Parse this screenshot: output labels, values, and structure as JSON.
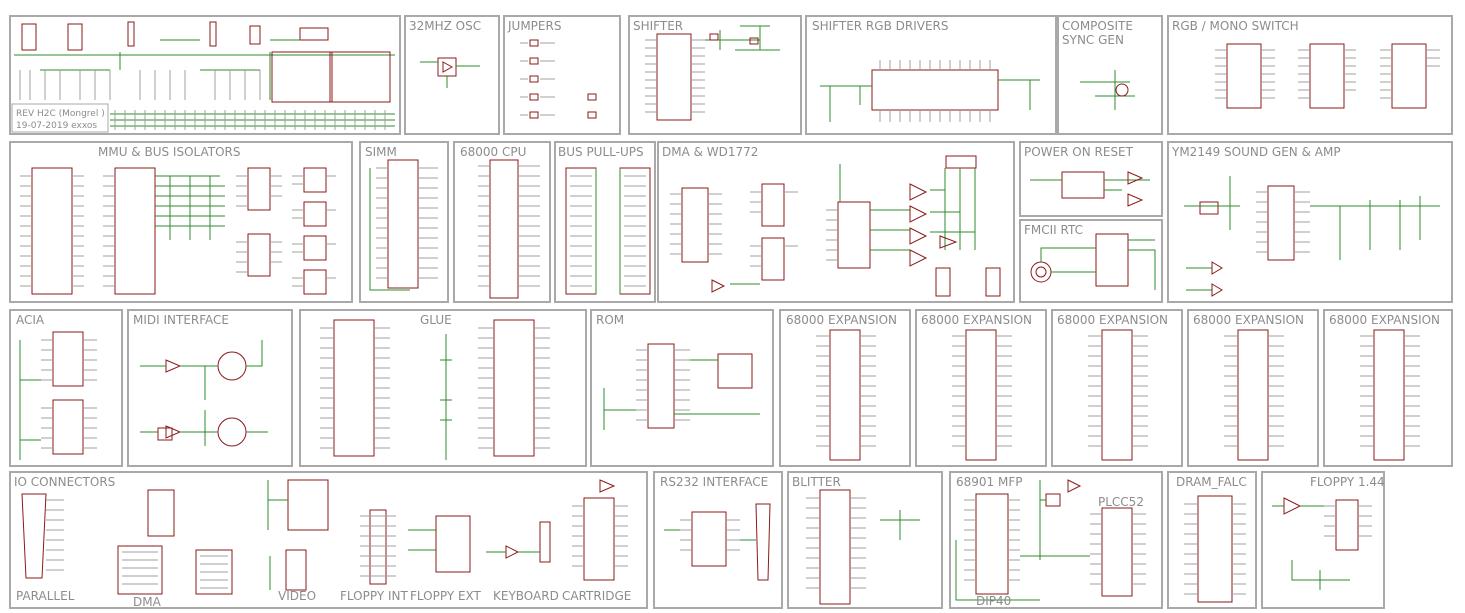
{
  "schematic": {
    "title_block": {
      "rev": "REV H2C (Mongrel )",
      "date_author": "19-07-2019  exxos"
    },
    "sections": [
      {
        "id": "power-supply",
        "label": ""
      },
      {
        "id": "osc",
        "label": "32MHZ OSC"
      },
      {
        "id": "jumpers",
        "label": "JUMPERS"
      },
      {
        "id": "shifter",
        "label": "SHIFTER"
      },
      {
        "id": "shifter-rgb",
        "label": "SHIFTER RGB DRIVERS"
      },
      {
        "id": "composite",
        "label": "COMPOSITE"
      },
      {
        "id": "rgb-mono",
        "label": "RGB / MONO SWITCH"
      },
      {
        "id": "mmu",
        "label": "MMU & BUS ISOLATORS"
      },
      {
        "id": "simm",
        "label": "SIMM"
      },
      {
        "id": "cpu",
        "label": "68000 CPU"
      },
      {
        "id": "pullups",
        "label": "BUS PULL-UPS"
      },
      {
        "id": "dma",
        "label": "DMA & WD1772"
      },
      {
        "id": "por",
        "label": "POWER ON RESET"
      },
      {
        "id": "rtc",
        "label": "FMCII RTC"
      },
      {
        "id": "ym",
        "label": "YM2149 SOUND GEN & AMP"
      },
      {
        "id": "acia",
        "label": "ACIA"
      },
      {
        "id": "midi",
        "label": "MIDI INTERFACE"
      },
      {
        "id": "glue",
        "label": "GLUE"
      },
      {
        "id": "rom",
        "label": "ROM"
      },
      {
        "id": "exp1",
        "label": "68000 EXPANSION"
      },
      {
        "id": "exp2",
        "label": "68000 EXPANSION"
      },
      {
        "id": "exp3",
        "label": "68000 EXPANSION"
      },
      {
        "id": "exp4",
        "label": "68000 EXPANSION"
      },
      {
        "id": "exp5",
        "label": "68000 EXPANSION"
      },
      {
        "id": "io",
        "label": "IO CONNECTORS"
      },
      {
        "id": "rs232",
        "label": "RS232 INTERFACE"
      },
      {
        "id": "blitter",
        "label": "BLITTER"
      },
      {
        "id": "mfp",
        "label": "68901 MFP"
      },
      {
        "id": "dram",
        "label": "DRAM_FALC"
      },
      {
        "id": "floppy",
        "label": "FLOPPY 1.44"
      }
    ],
    "sublabels": {
      "sync_gen": "SYNC GEN",
      "parallel": "PARALLEL",
      "dma_conn": "DMA",
      "video": "VIDEO",
      "floppy_int": "FLOPPY INT",
      "floppy_ext": "FLOPPY EXT",
      "keyboard": "KEYBOARD",
      "cartridge": "CARTRIDGE",
      "plcc52": "PLCC52",
      "dip40": "DIP40"
    },
    "colors": {
      "frame": "#a9a9a9",
      "label": "#8c8c8c",
      "part": "#8b1a1a",
      "net": "#2e8b2e",
      "pin": "#a0a0a0"
    }
  }
}
